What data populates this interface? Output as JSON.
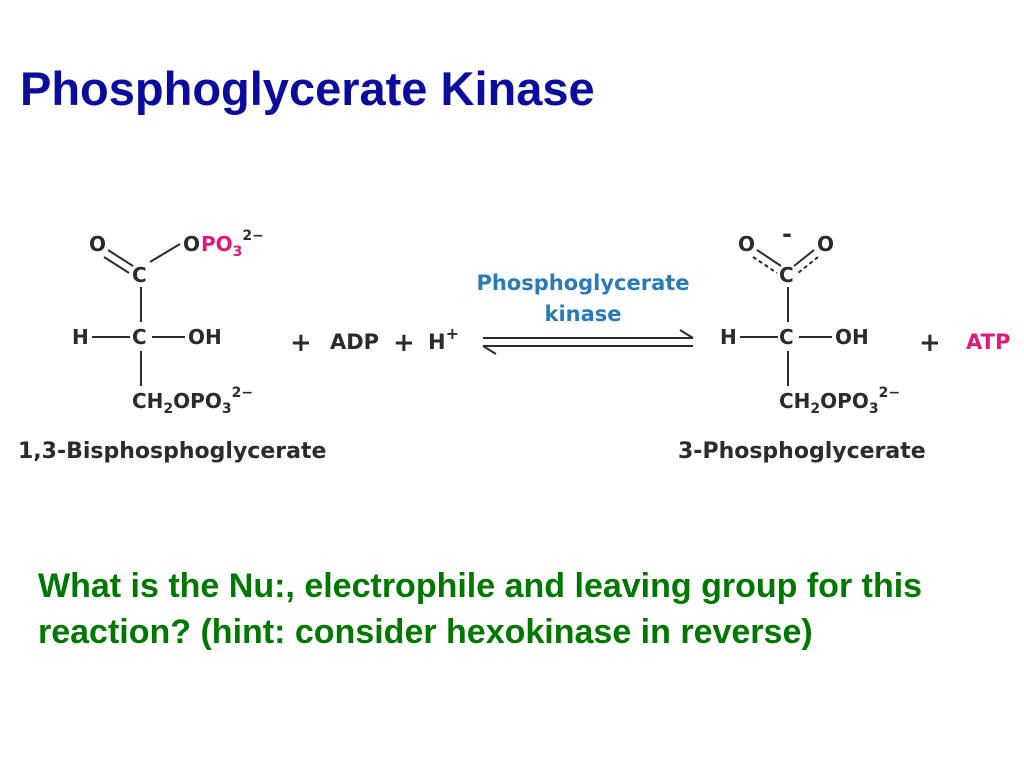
{
  "slide": {
    "title": "Phosphoglycerate Kinase",
    "question": "What is the Nu:, electrophile and leaving group for this reaction? (hint: consider hexokinase in reverse)"
  },
  "colors": {
    "title": "#0b0b9e",
    "question": "#007800",
    "structure": "#2b2b2b",
    "phosphate": "#e2177a",
    "enzyme": "#2a7ab8"
  },
  "reaction": {
    "substrate": {
      "name": "1,3-Bisphosphoglycerate",
      "atoms": {
        "carbonyl_o": "O",
        "ester_o": "O",
        "phosphoryl": "PO",
        "phosphoryl_sub": "3",
        "phosphoryl_charge": "2−",
        "c1": "C",
        "c2": "C",
        "h": "H",
        "oh": "OH",
        "ch2": "CH",
        "ch2_sub": "2",
        "opo3": "OPO",
        "opo3_sub": "3",
        "opo3_charge": "2−"
      }
    },
    "plus1": "+",
    "adp": "ADP",
    "plus2": "+",
    "proton": "H",
    "proton_charge": "+",
    "enzyme_line1": "Phosphoglycerate",
    "enzyme_line2": "kinase",
    "product": {
      "name": "3-Phosphoglycerate",
      "atoms": {
        "charge": "-",
        "o_left": "O",
        "o_right": "O",
        "c1": "C",
        "c2": "C",
        "h": "H",
        "oh": "OH",
        "ch2": "CH",
        "ch2_sub": "2",
        "opo3": "OPO",
        "opo3_sub": "3",
        "opo3_charge": "2−"
      }
    },
    "plus3": "+",
    "atp": "ATP"
  }
}
